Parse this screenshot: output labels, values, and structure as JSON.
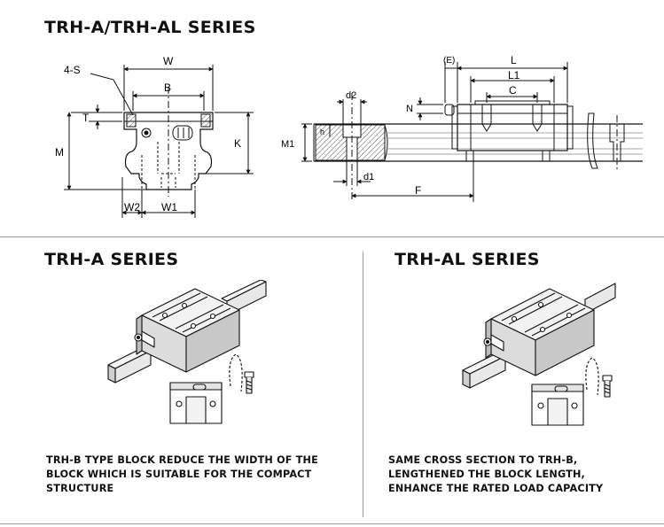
{
  "top": {
    "title": "TRH-A/TRH-AL SERIES",
    "front_labels": {
      "s": "4-S",
      "w": "W",
      "b": "B",
      "t": "T",
      "m": "M",
      "k": "K",
      "w2": "W2",
      "w1": "W1"
    },
    "side_labels": {
      "e": "(E)",
      "l": "L",
      "l1": "L1",
      "c": "C",
      "n": "N",
      "d2": "d2",
      "h": "h",
      "m1": "M1",
      "d1": "d1",
      "f": "F"
    }
  },
  "left_panel": {
    "title": "TRH-A SERIES",
    "description": [
      "TRH-B TYPE BLOCK REDUCE THE WIDTH OF THE",
      "BLOCK WHICH IS SUITABLE FOR THE COMPACT",
      "STRUCTURE"
    ]
  },
  "right_panel": {
    "title": "TRH-AL SERIES",
    "description": [
      "SAME CROSS SECTION TO TRH-B,",
      "LENGTHENED THE BLOCK LENGTH,",
      "ENHANCE THE RATED LOAD CAPACITY"
    ]
  },
  "colors": {
    "line": "#111111",
    "divider": "#9a9a9a",
    "hatch": "#555555"
  }
}
